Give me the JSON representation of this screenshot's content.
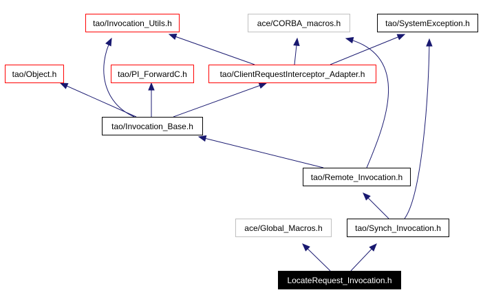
{
  "colors": {
    "edge": "#191970",
    "border_red": "#ff0000",
    "border_gray": "#bfbfbf",
    "border_black": "#000000",
    "root_fill": "#000000",
    "root_text": "#ffffff",
    "text": "#000000"
  },
  "nodes": [
    {
      "id": "invocation_utils",
      "label": "tao/Invocation_Utils.h",
      "style": "red"
    },
    {
      "id": "corba_macros",
      "label": "ace/CORBA_macros.h",
      "style": "gray"
    },
    {
      "id": "system_exception",
      "label": "tao/SystemException.h",
      "style": "black"
    },
    {
      "id": "object",
      "label": "tao/Object.h",
      "style": "red"
    },
    {
      "id": "pi_forwardc",
      "label": "tao/PI_ForwardC.h",
      "style": "red"
    },
    {
      "id": "client_request_interceptor_adapter",
      "label": "tao/ClientRequestInterceptor_Adapter.h",
      "style": "red"
    },
    {
      "id": "invocation_base",
      "label": "tao/Invocation_Base.h",
      "style": "black"
    },
    {
      "id": "remote_invocation",
      "label": "tao/Remote_Invocation.h",
      "style": "black"
    },
    {
      "id": "global_macros",
      "label": "ace/Global_Macros.h",
      "style": "gray"
    },
    {
      "id": "synch_invocation",
      "label": "tao/Synch_Invocation.h",
      "style": "black"
    },
    {
      "id": "locate_request_invocation",
      "label": "LocateRequest_Invocation.h",
      "style": "root"
    }
  ],
  "edges": [
    {
      "from": "locate_request_invocation",
      "to": "global_macros"
    },
    {
      "from": "locate_request_invocation",
      "to": "synch_invocation"
    },
    {
      "from": "synch_invocation",
      "to": "remote_invocation"
    },
    {
      "from": "synch_invocation",
      "to": "system_exception"
    },
    {
      "from": "remote_invocation",
      "to": "invocation_base"
    },
    {
      "from": "remote_invocation",
      "to": "corba_macros"
    },
    {
      "from": "invocation_base",
      "to": "object"
    },
    {
      "from": "invocation_base",
      "to": "invocation_utils"
    },
    {
      "from": "invocation_base",
      "to": "pi_forwardc"
    },
    {
      "from": "invocation_base",
      "to": "client_request_interceptor_adapter"
    },
    {
      "from": "client_request_interceptor_adapter",
      "to": "invocation_utils"
    },
    {
      "from": "client_request_interceptor_adapter",
      "to": "corba_macros"
    },
    {
      "from": "client_request_interceptor_adapter",
      "to": "system_exception"
    }
  ]
}
